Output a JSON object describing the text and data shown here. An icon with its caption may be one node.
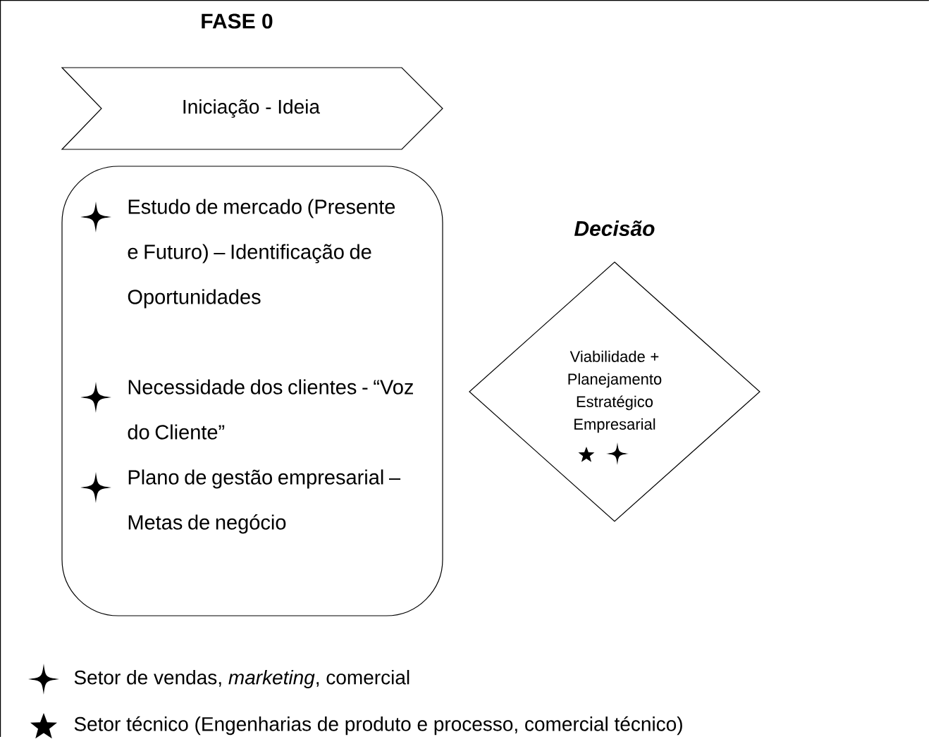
{
  "diagram": {
    "nodes": [
      {
        "text": [
          "FASE 0"
        ]
      },
      {
        "text": [
          "Iniciação - Ideia"
        ],
        "in": 0
      },
      {
        "text": [
          "Estudo de mercado (Presente e Futuro) – Identificação de Oportunidades",
          "Necessidade dos clientes - “Voz do Cliente”",
          "Plano de gestão empresarial – Metas de negócio"
        ],
        "in": 0
      },
      {
        "text": [
          "Decisão",
          "Viabilidade + Planejamento Estratégico Empresarial"
        ],
        "in": 0
      }
    ],
    "legend": [
      {
        "text": "Setor de vendas, *marketing*, comercial"
      },
      {
        "text": "Setor técnico (Engenharias de produto e processo, comercial técnico)"
      }
    ]
  }
}
